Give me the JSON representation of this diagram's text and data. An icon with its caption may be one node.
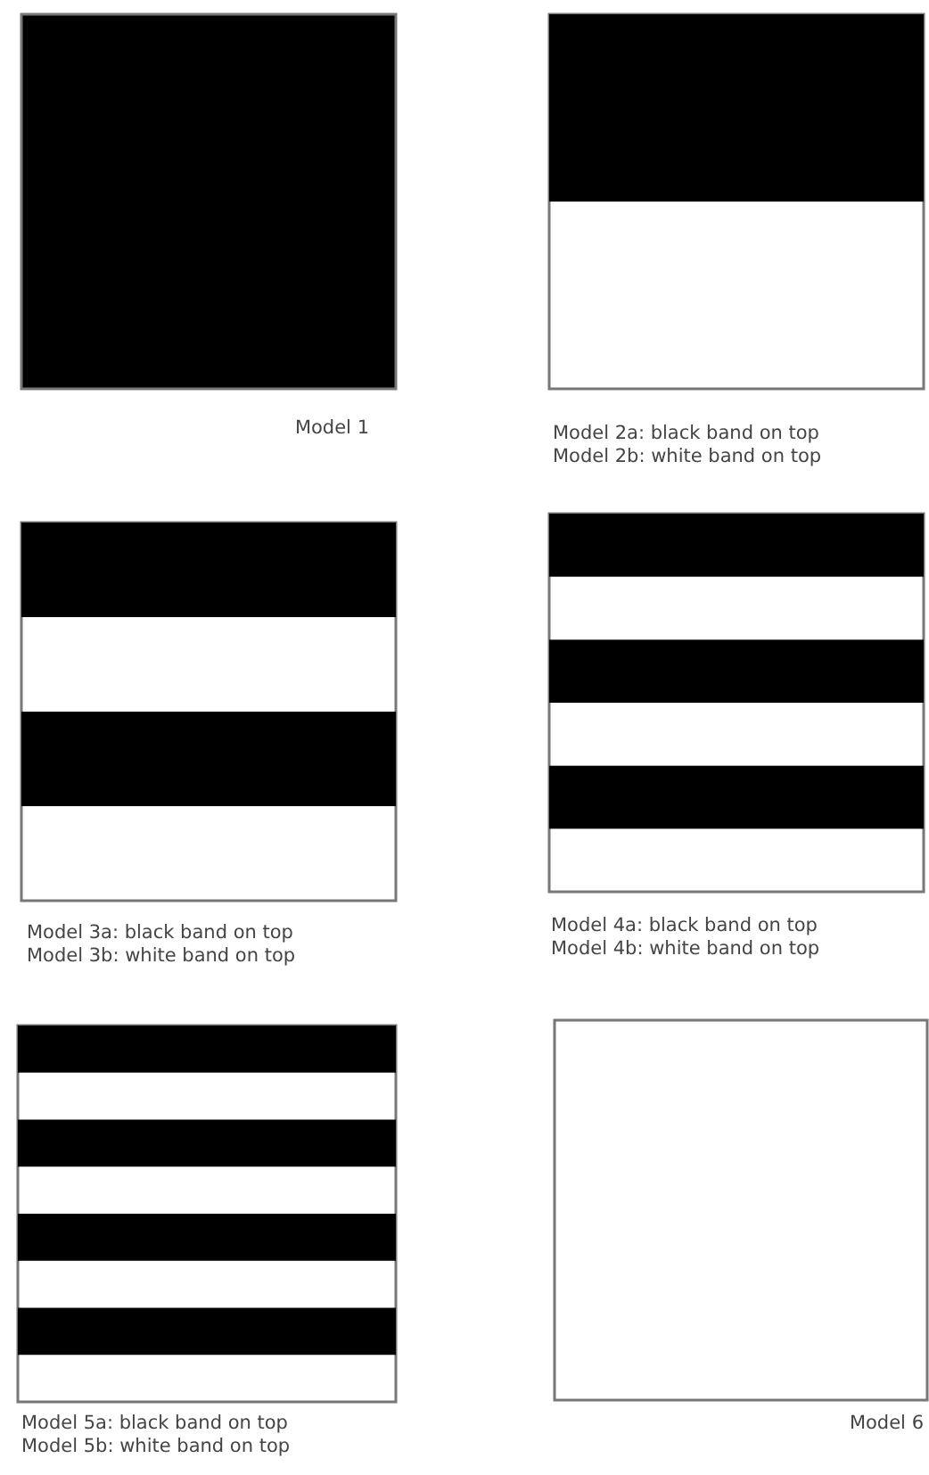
{
  "diagram": {
    "labels": [
      "Model 1",
      "Model 2a: black band on top",
      "Model 2b: white band on top",
      "Model 3a: black band on top",
      "Model 3b: white band on top",
      "Model 4a: black band on top",
      "Model 4b: white band on top",
      "Model 5a: black band on top",
      "Model 5b: white band on top",
      "Model 6"
    ]
  }
}
